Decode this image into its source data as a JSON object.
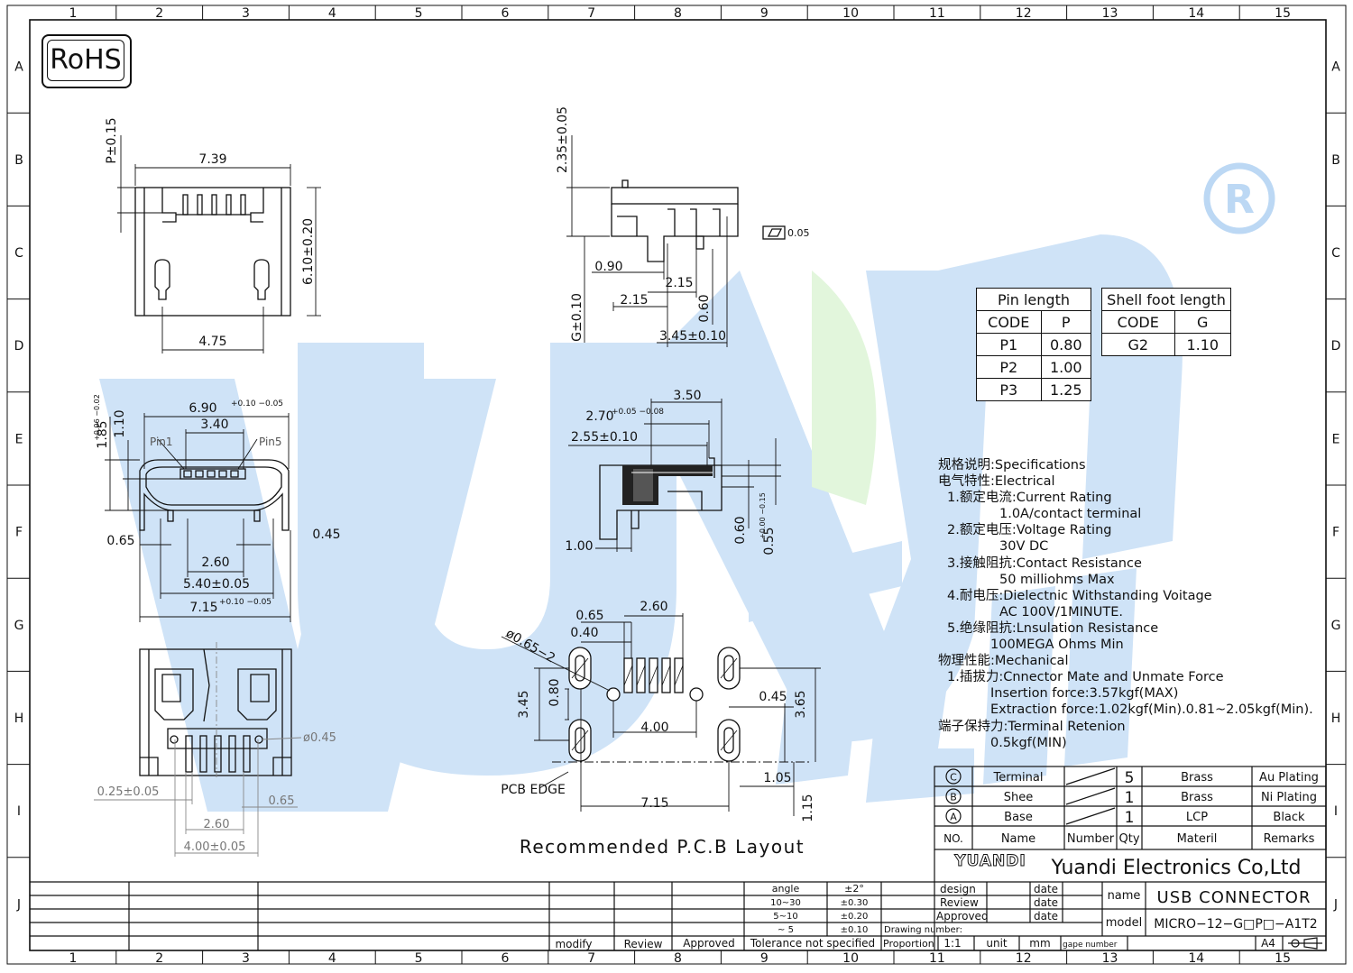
{
  "rohs": "RoHS",
  "grid": {
    "cols": [
      "1",
      "2",
      "3",
      "4",
      "5",
      "6",
      "7",
      "8",
      "9",
      "10",
      "11",
      "12",
      "13",
      "14",
      "15"
    ],
    "rows": [
      "A",
      "B",
      "C",
      "D",
      "E",
      "F",
      "G",
      "H",
      "I",
      "J"
    ]
  },
  "dims": {
    "top_width": "7.39",
    "top_p": "P±0.15",
    "top_height": "6.10±0.20",
    "top_bottom": "4.75",
    "side_h": "2.35±0.05",
    "side_flat": "0.05",
    "side_090": "0.90",
    "side_215a": "2.15",
    "side_215b": "2.15",
    "side_060": "0.60",
    "side_g": "G±0.10",
    "side_345": "3.45±0.10",
    "front_w_main": "6.90",
    "front_w_tol": "+0.10 −0.05",
    "front_340": "3.40",
    "front_185": "1.85",
    "front_185_tol": "+0.06 −0.02",
    "front_110": "1.10",
    "pin1": "Pin1",
    "pin5": "Pin5",
    "front_065": "0.65",
    "front_045": "0.45",
    "front_260": "2.60",
    "front_540": "5.40±0.05",
    "front_715_main": "7.15",
    "front_715_tol": "+0.10 −0.05",
    "sec_350": "3.50",
    "sec_270_main": "2.70",
    "sec_270_tol": "+0.05 −0.08",
    "sec_255": "2.55±0.10",
    "sec_100": "1.00",
    "sec_060": "0.60",
    "sec_055_main": "0.55",
    "sec_055_tol": "+0.00 −0.15",
    "bot_045": "ø0.45",
    "bot_025": "0.25±0.05",
    "bot_065": "0.65",
    "bot_260": "2.60",
    "bot_400": "4.00±0.05",
    "pcb_065": "0.65",
    "pcb_040": "0.40",
    "pcb_260": "2.60",
    "pcb_hole": "ø0.65−2",
    "pcb_345": "3.45",
    "pcb_080": "0.80",
    "pcb_045": "0.45",
    "pcb_365": "3.65",
    "pcb_400": "4.00",
    "pcb_edge": "PCB EDGE",
    "pcb_105": "1.05",
    "pcb_715": "7.15",
    "pcb_115": "1.15",
    "pcb_title": "Recommended P.C.B Layout"
  },
  "pin_table": {
    "title": "Pin length",
    "head": [
      "CODE",
      "P"
    ],
    "rows": [
      [
        "P1",
        "0.80"
      ],
      [
        "P2",
        "1.00"
      ],
      [
        "P3",
        "1.25"
      ]
    ]
  },
  "shell_table": {
    "title": "Shell foot length",
    "head": [
      "CODE",
      "G"
    ],
    "rows": [
      [
        "G2",
        "1.10"
      ]
    ]
  },
  "specs": [
    "规格说明:Specifications",
    "电气特性:Electrical",
    "1.额定电流:Current Rating",
    "1.0A/contact terminal",
    "2.额定电压:Voltage Rating",
    "30V DC",
    "3.接触阻抗:Contact Resistance",
    "50 milliohms Max",
    "4.耐电压:Dielectnic Withstanding Voitage",
    "AC 100V/1MINUTE.",
    "5.绝缘阻抗:Lnsulation Resistance",
    "100MEGA Ohms Min",
    "物理性能:Mechanical",
    "1.插拔力:Cnnector Mate and Unmate Force",
    "Insertion force:3.57kgf(MAX)",
    "Extraction force:1.02kgf(Min).0.81~2.05kgf(Min).",
    "端子保持力:Terminal Retenion",
    "0.5kgf(MIN)"
  ],
  "bom": {
    "rows": [
      {
        "no": "C",
        "name": "Terminal",
        "number": "5",
        "material": "Brass",
        "remarks": "Au Plating"
      },
      {
        "no": "B",
        "name": "Shee",
        "number": "1",
        "material": "Brass",
        "remarks": "Ni Plating"
      },
      {
        "no": "A",
        "name": "Base",
        "number": "1",
        "material": "LCP",
        "remarks": "Black"
      }
    ],
    "head": {
      "no": "NO.",
      "name": "Name",
      "number": "Number",
      "qty": "Qty",
      "material": "Materil",
      "remarks": "Remarks"
    }
  },
  "title_block": {
    "logo": "YUANDI",
    "company": "Yuandi Electronics Co,Ltd",
    "design": "design",
    "review": "Review",
    "approved": "Approved",
    "date": "date",
    "name_label": "name",
    "name_value": "USB CONNECTOR",
    "model_label": "model",
    "model_value": "MICRO−12−G□P□−A1T2",
    "drawing_number": "Drawing number:",
    "proportion": "Proportion",
    "scale": "1:1",
    "unit": "unit",
    "mm": "mm",
    "gape_number": "gape number",
    "size": "A4",
    "angle": "angle",
    "angle_tol": "±2°",
    "tol_rows": [
      [
        "10~30",
        "±0.30"
      ],
      [
        "5~10",
        "±0.20"
      ],
      [
        "~ 5",
        "±0.10"
      ]
    ],
    "tolerance": "Tolerance not specified",
    "modify": "modify",
    "review2": "Review",
    "approved2": "Approved"
  },
  "colors": {
    "watermark": "#bcd8f4",
    "watermark_green": "#dcf5d6",
    "line": "#111111"
  }
}
